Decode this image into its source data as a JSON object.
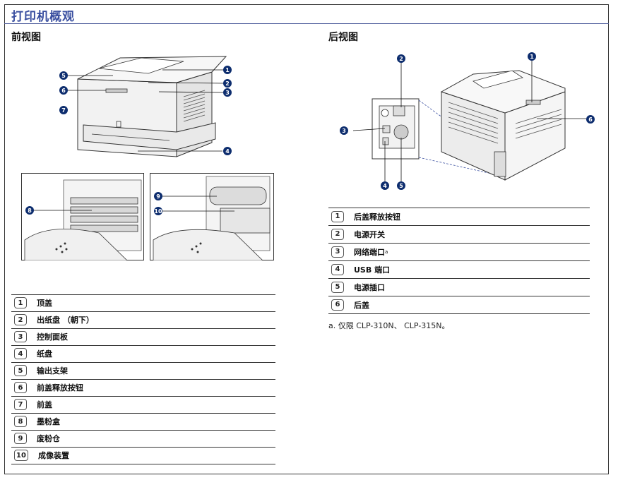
{
  "page_title": "打印机概观",
  "front": {
    "heading": "前视图",
    "callouts": [
      "1",
      "2",
      "3",
      "4",
      "5",
      "6",
      "7",
      "8",
      "9",
      "10"
    ],
    "legend": [
      {
        "num": "1",
        "label": "顶盖"
      },
      {
        "num": "2",
        "label": "出纸盘 （朝下）"
      },
      {
        "num": "3",
        "label": "控制面板"
      },
      {
        "num": "4",
        "label": "纸盘"
      },
      {
        "num": "5",
        "label": "输出支架"
      },
      {
        "num": "6",
        "label": "前盖释放按钮"
      },
      {
        "num": "7",
        "label": "前盖"
      },
      {
        "num": "8",
        "label": "墨粉盒"
      },
      {
        "num": "9",
        "label": "废粉仓"
      },
      {
        "num": "10",
        "label": "成像装置"
      }
    ]
  },
  "rear": {
    "heading": "后视图",
    "callouts": [
      "1",
      "2",
      "3",
      "4",
      "5",
      "6"
    ],
    "legend": [
      {
        "num": "1",
        "label": "后盖释放按钮"
      },
      {
        "num": "2",
        "label": "电源开关"
      },
      {
        "num": "3",
        "label": "网络端口",
        "sup": "a"
      },
      {
        "num": "4",
        "label": "USB 端口"
      },
      {
        "num": "5",
        "label": "电源插口"
      },
      {
        "num": "6",
        "label": "后盖"
      }
    ],
    "footnote": "a. 仅限 CLP-310N、 CLP-315N。"
  }
}
